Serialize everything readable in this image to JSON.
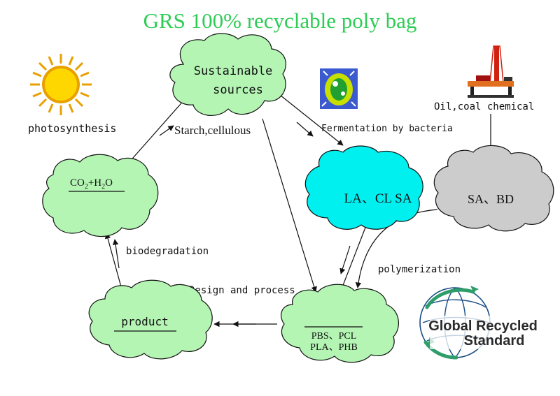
{
  "title": "GRS 100% recyclable poly bag",
  "colors": {
    "title": "#2ecc55",
    "cloud_green": "#b4f5b4",
    "cloud_cyan": "#00f0f0",
    "cloud_gray": "#cccccc",
    "sun": "#ffd700",
    "grs_green": "#2e9d6a",
    "grs_blue": "#1a4e86"
  },
  "nodes": {
    "sources_line1": "Sustainable",
    "sources_line2": "sources",
    "co2": "CO",
    "co2_sub": "2",
    "h2o": "+H",
    "h2o_sub": "2",
    "h2o_end": "O",
    "la": "LA、CL SA",
    "sa": "SA、BD",
    "product": "product",
    "polymers_line1": "PBS、PCL",
    "polymers_line2": "PLA、PHB"
  },
  "labels": {
    "photosynthesis": "photosynthesis",
    "starch": "Starch,cellulous",
    "fermentation": "Fermentation by bacteria",
    "oil": "Oil,coal chemical",
    "biodegradation": "biodegradation",
    "polymerization": "polymerization",
    "design": "Design and process"
  },
  "logo": {
    "line1": "Global Recycled",
    "line2": "Standard"
  },
  "icons": [
    "sun-icon",
    "bacteria-icon",
    "oil-rig-icon",
    "grs-logo-icon"
  ]
}
